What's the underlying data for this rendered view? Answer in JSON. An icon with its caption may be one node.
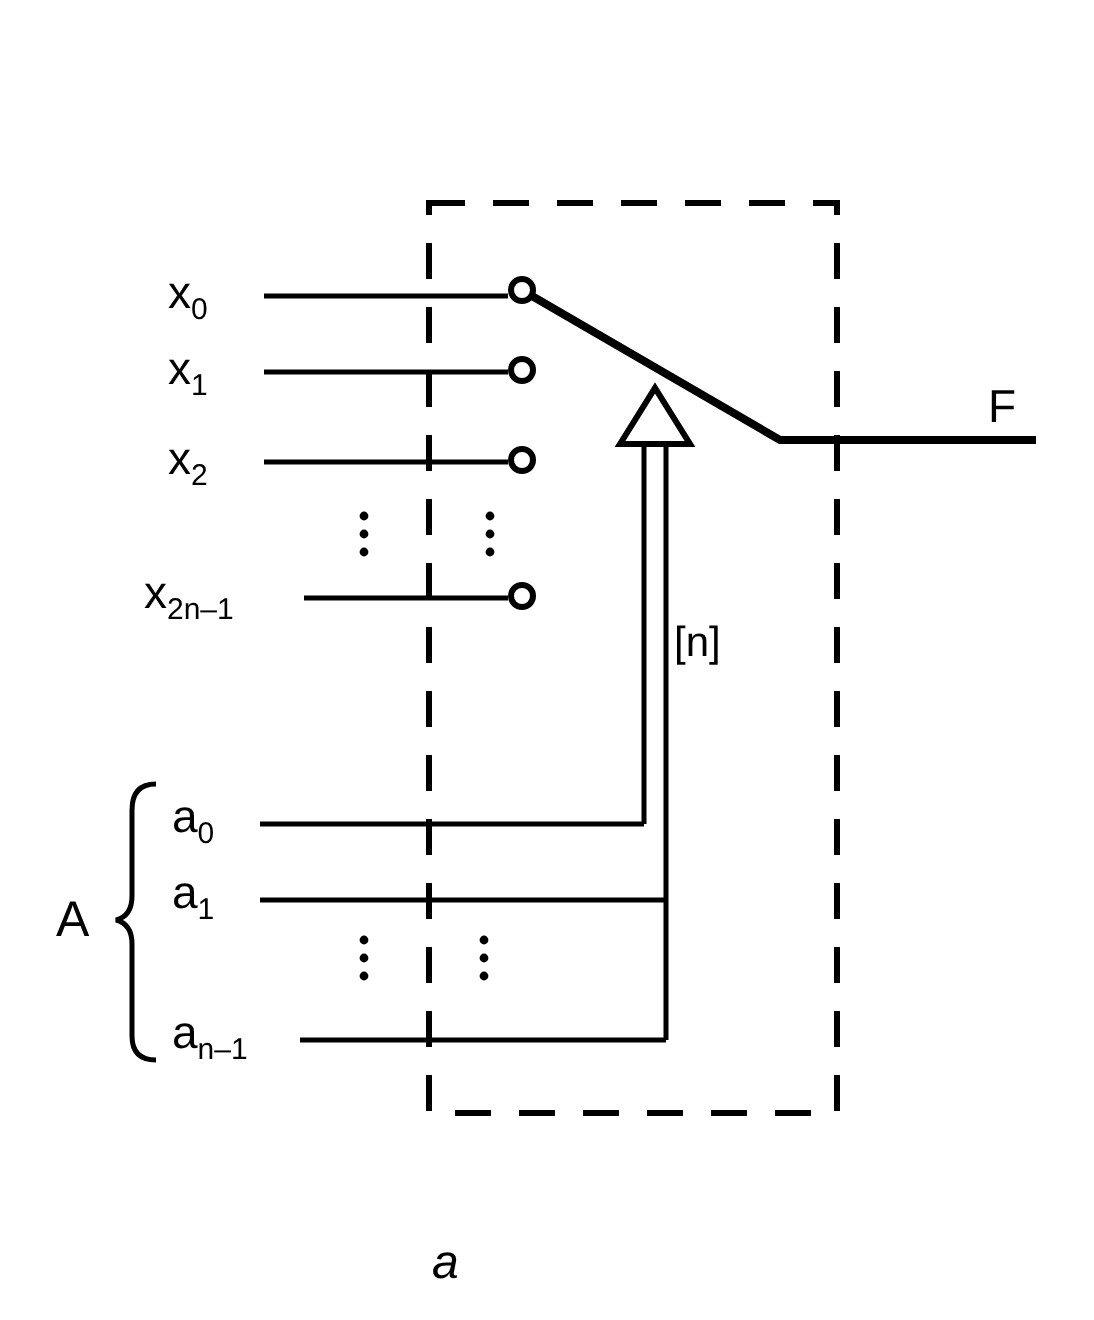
{
  "diagram": {
    "caption": "a",
    "nodes": [
      {
        "text": [],
        "shape": "box"
      },
      {
        "text": [
          "x$_{0}$"
        ]
      },
      {
        "text": [
          "x$_{1}$"
        ]
      },
      {
        "text": [
          "x$_{2}$"
        ]
      },
      {
        "text": [
          "x$_{2n–1}$"
        ]
      },
      {
        "text": [],
        "shape": "circle",
        "in": 0
      },
      {
        "text": [],
        "shape": "circle",
        "in": 0
      },
      {
        "text": [],
        "shape": "circle",
        "in": 0
      },
      {
        "text": [],
        "shape": "circle",
        "in": 0
      },
      {
        "text": [
          "F"
        ]
      },
      {
        "text": [
          "a$_{0}$"
        ]
      },
      {
        "text": [
          "a$_{1}$"
        ]
      },
      {
        "text": [
          "a$_{n–1}$"
        ]
      }
    ],
    "edges": [
      {
        "from": 1,
        "to": 5,
        "arrow": "none"
      },
      {
        "from": 2,
        "to": 6,
        "arrow": "none"
      },
      {
        "from": 3,
        "to": 7,
        "arrow": "none"
      },
      {
        "from": 4,
        "to": 8,
        "arrow": "none"
      },
      {
        "from": 5,
        "to": 9,
        "arrow": "none"
      },
      {
        "from": 10,
        "to": null,
        "arrow": "to"
      },
      {
        "from": 11,
        "to": null,
        "arrow": "to"
      },
      {
        "from": 12,
        "to": null,
        "arrow": "to"
      }
    ],
    "labels": [
      "[n]",
      "A"
    ]
  }
}
